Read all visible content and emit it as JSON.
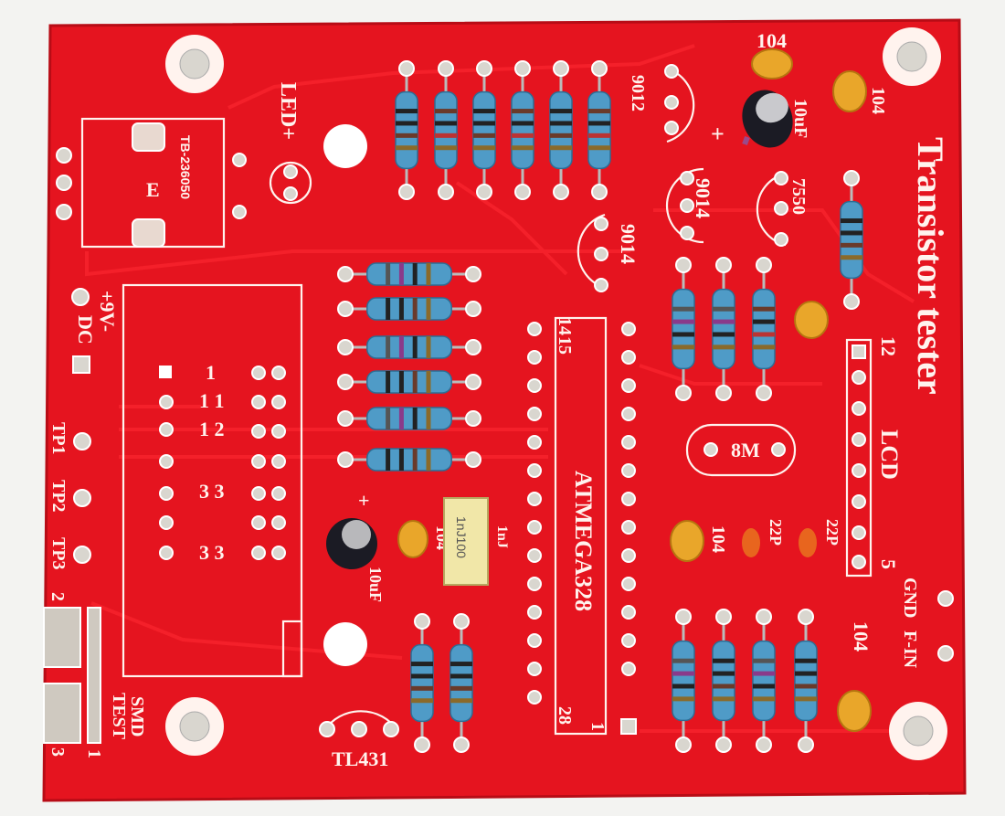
{
  "board": {
    "title": "Transistor tester",
    "colors": {
      "pcb": "#e5141f",
      "silk": "#fff3ee",
      "pad": "#d9d6cf",
      "resistor": "#4f9bc7",
      "capacitor": "#e9a62a"
    },
    "labels": {
      "led": "LED+",
      "power_connector": "TB-236050",
      "power_connector_mark": "E",
      "power": "+9V-",
      "dc": "DC",
      "tp1": "TP1",
      "tp2": "TP2",
      "tp3": "TP3",
      "smd": "SMD",
      "test": "TEST",
      "smd_pin_left": "3",
      "smd_pin_right": "1",
      "smd_pin_top": "2",
      "tl431": "TL431",
      "mcu": "ATMEGA328",
      "mcu_pin_14": "14",
      "mcu_pin_15": "15",
      "mcu_pin_28": "28",
      "mcu_pin_1": "1",
      "crystal": "8M",
      "lcd": "LCD",
      "lcd_pin_12": "12",
      "lcd_pin_5": "5",
      "gnd": "GND",
      "f_in": "F-IN",
      "t_9012": "9012",
      "t_9014_a": "9014",
      "t_9014_b": "9014",
      "reg_7550": "7550",
      "cap_10uf_top": "10uF",
      "cap_10uf_bottom": "10uF",
      "cap_104_top": "104",
      "cap_104_right": "104",
      "cap_104_mid": "104",
      "cap_104_bottom": "104",
      "cap_104_left": "104",
      "cap_22p_a": "22P",
      "cap_22p_b": "22P",
      "cap_1nj": "1nJ",
      "cap_1nj100": "1nJ100",
      "plus": "+",
      "minus": "-",
      "fork_rows": [
        "1",
        "1 1",
        "1 2",
        "3 3",
        "3 3"
      ]
    }
  }
}
